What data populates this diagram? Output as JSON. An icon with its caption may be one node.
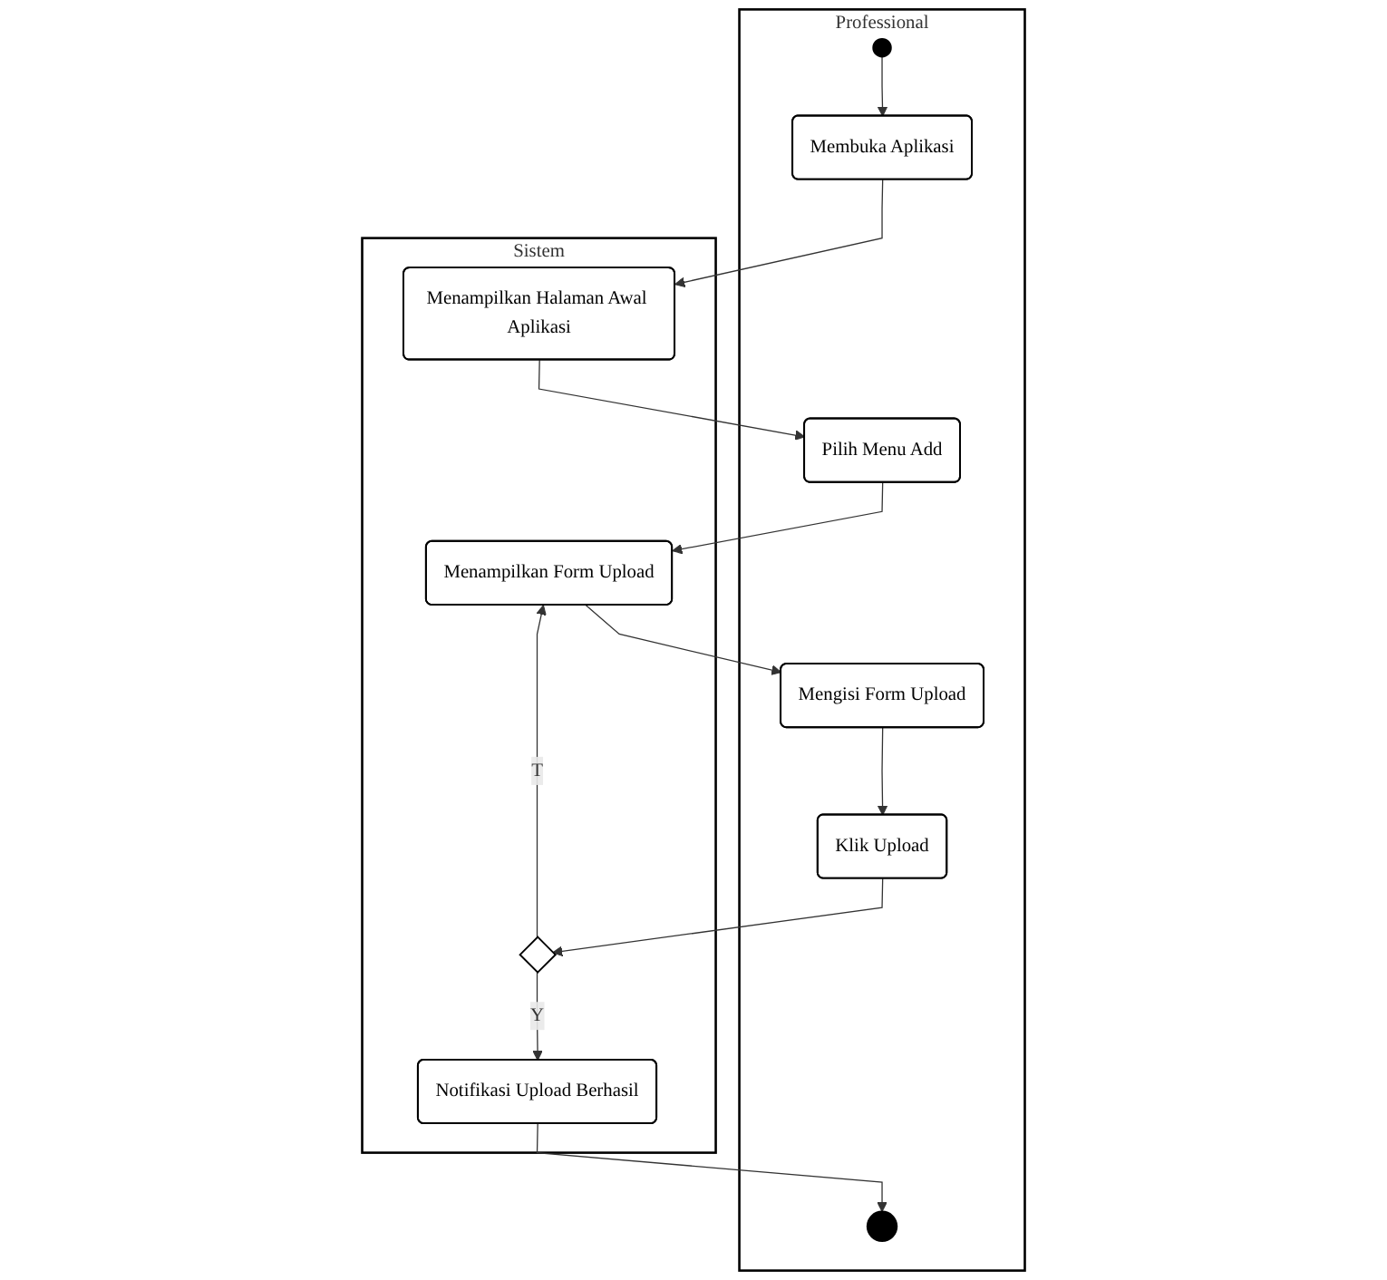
{
  "diagram": {
    "nodes": [
      {
        "text": [
          "Professional"
        ]
      },
      {
        "text": [
          "Sistem"
        ]
      },
      {
        "text": [],
        "shape": "circle",
        "in": 0
      },
      {
        "text": [
          "Membuka Aplikasi"
        ],
        "in": 0
      },
      {
        "text": [
          "Menampilkan Halaman Awal Aplikasi"
        ],
        "in": 1
      },
      {
        "text": [
          "Pilih Menu Add"
        ],
        "in": 0
      },
      {
        "text": [
          "Menampilkan Form Upload"
        ],
        "in": 1
      },
      {
        "text": [
          "Mengisi Form Upload"
        ],
        "in": 0
      },
      {
        "text": [
          "Klik Upload"
        ],
        "in": 0
      },
      {
        "text": [],
        "shape": "diamond",
        "in": 1
      },
      {
        "text": [
          "Notifikasi Upload Berhasil"
        ],
        "in": 1
      },
      {
        "text": [],
        "shape": "circle",
        "in": 0
      }
    ],
    "edges": [
      {
        "from": 2,
        "to": 3,
        "arrow": "to"
      },
      {
        "from": 3,
        "to": 4,
        "arrow": "to"
      },
      {
        "from": 4,
        "to": 5,
        "arrow": "to"
      },
      {
        "from": 5,
        "to": 6,
        "arrow": "to"
      },
      {
        "from": 6,
        "to": 7,
        "arrow": "to"
      },
      {
        "from": 7,
        "to": 8,
        "arrow": "to"
      },
      {
        "from": 8,
        "to": 9,
        "arrow": "to"
      },
      {
        "from": 9,
        "to": 6,
        "arrow": "to",
        "label": "T"
      },
      {
        "from": 9,
        "to": 10,
        "arrow": "to",
        "label": "Y"
      },
      {
        "from": 10,
        "to": 11,
        "arrow": "to"
      }
    ]
  }
}
